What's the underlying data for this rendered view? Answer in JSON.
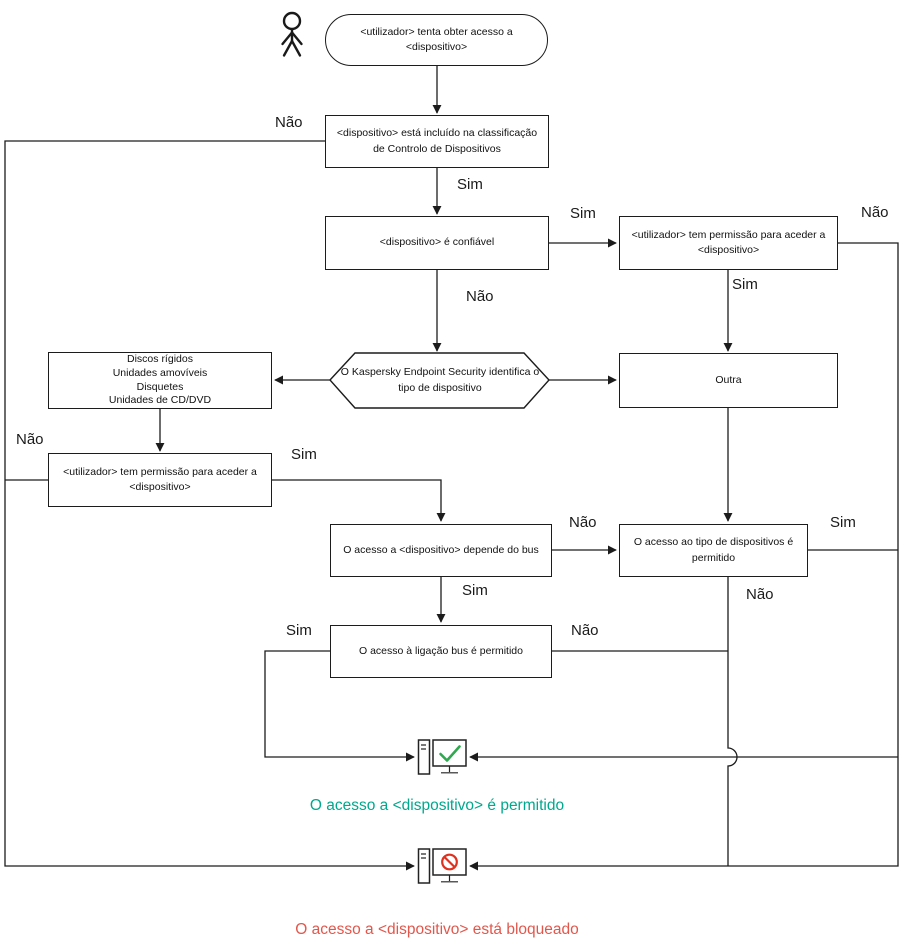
{
  "edge_labels": {
    "sim": "Sim",
    "nao": "Não"
  },
  "nodes": {
    "start": "<utilizador> tenta obter acesso a <dispositivo>",
    "classification": "<dispositivo> está incluído na classificação de Controlo de Dispositivos",
    "trusted": "<dispositivo> é confiável",
    "permission_trusted": "<utilizador> tem permissão para aceder a <dispositivo>",
    "identify": "O Kaspersky Endpoint Security identifica o tipo de dispositivo",
    "device_types": [
      "Discos rígidos",
      "Unidades amovíveis",
      "Disquetes",
      "Unidades de CD/DVD"
    ],
    "other": "Outra",
    "permission_user": "<utilizador> tem permissão para aceder a <dispositivo>",
    "bus_depends": "O acesso a <dispositivo> depende do bus",
    "type_allowed": "O acesso ao tipo de dispositivos é permitido",
    "bus_connection": "O acesso à ligação bus é permitido"
  },
  "results": {
    "allowed": "O acesso a <dispositivo> é permitido",
    "blocked": "O acesso a <dispositivo> está bloqueado"
  },
  "colors": {
    "allowed_text": "#00A88E",
    "blocked_text": "#E2574C",
    "check_icon": "#2FA84F",
    "prohibition_icon": "#E0301E",
    "line": "#1C1C1C"
  }
}
